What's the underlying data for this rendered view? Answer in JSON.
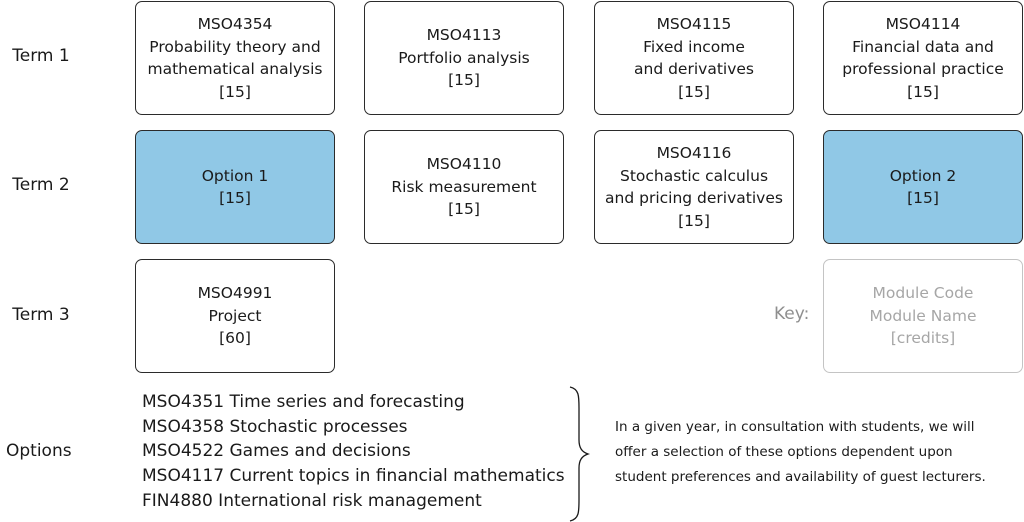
{
  "terms": [
    {
      "label": "Term 1"
    },
    {
      "label": "Term 2"
    },
    {
      "label": "Term 3"
    }
  ],
  "modules": {
    "t1c1": {
      "code": "MSO4354",
      "name_line1": "Probability theory and",
      "name_line2": "mathematical analysis",
      "credits": "[15]"
    },
    "t1c2": {
      "code": "MSO4113",
      "name_line1": "Portfolio analysis",
      "credits": "[15]"
    },
    "t1c3": {
      "code": "MSO4115",
      "name_line1": "Fixed income",
      "name_line2": "and derivatives",
      "credits": "[15]"
    },
    "t1c4": {
      "code": "MSO4114",
      "name_line1": "Financial data and",
      "name_line2": "professional practice",
      "credits": "[15]"
    },
    "t2c1": {
      "name_line1": "Option 1",
      "credits": "[15]"
    },
    "t2c2": {
      "code": "MSO4110",
      "name_line1": "Risk measurement",
      "credits": "[15]"
    },
    "t2c3": {
      "code": "MSO4116",
      "name_line1": "Stochastic calculus",
      "name_line2": "and pricing derivatives",
      "credits": "[15]"
    },
    "t2c4": {
      "name_line1": "Option 2",
      "credits": "[15]"
    },
    "t3c1": {
      "code": "MSO4991",
      "name_line1": "Project",
      "credits": "[60]"
    }
  },
  "key": {
    "label": "Key:",
    "code": "Module Code",
    "name": "Module Name",
    "credits": "[credits]"
  },
  "options": {
    "label": "Options",
    "items": [
      "MSO4351 Time series and forecasting",
      "MSO4358 Stochastic processes",
      "MSO4522 Games and decisions",
      "MSO4117 Current topics in financial mathematics",
      "FIN4880 International risk management"
    ],
    "note_lines": [
      "In a given year, in consultation with students, we will",
      "offer a selection of these options dependent upon",
      "student preferences and availability of guest lecturers."
    ]
  },
  "colors": {
    "option_fill": "#90c8e6",
    "border": "#2b2b2b",
    "key_text": "#a6a6a6"
  }
}
